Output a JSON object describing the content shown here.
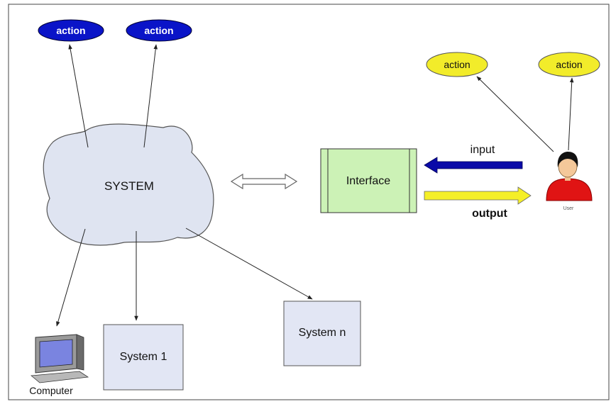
{
  "system_cloud": {
    "label": "SYSTEM"
  },
  "interface_box": {
    "label": "Interface"
  },
  "system_actions": [
    {
      "label": "action"
    },
    {
      "label": "action"
    }
  ],
  "user_actions": [
    {
      "label": "action"
    },
    {
      "label": "action"
    }
  ],
  "arrows": {
    "input_label": "input",
    "output_label": "output"
  },
  "user": {
    "label": "User"
  },
  "computer": {
    "label": "Computer"
  },
  "subsystems": [
    {
      "label": "System 1"
    },
    {
      "label": "System n"
    }
  ],
  "colors": {
    "system_action_fill": "#0a14c8",
    "user_action_fill": "#f2ec2a",
    "cloud_fill": "#dde3f0",
    "interface_fill": "#ccf2b6",
    "subsystem_fill": "#e2e6f4",
    "input_arrow": "#0a0aa8",
    "output_arrow": "#f5ef28",
    "user_shirt": "#e01414"
  }
}
